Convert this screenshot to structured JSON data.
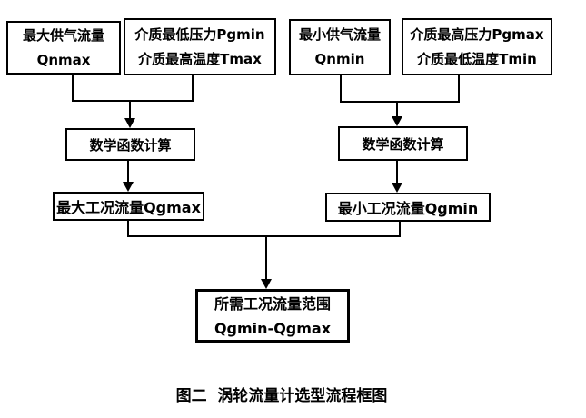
{
  "figure": {
    "caption": "图二  涡轮流量计选型流程框图",
    "colors": {
      "line": "#000000",
      "background": "#ffffff",
      "text": "#000000"
    },
    "boxes": {
      "max_supply": {
        "line1": "最大供气流量",
        "line2": "Qnmax"
      },
      "pgmin_tmax": {
        "line1": "介质最低压力Pgmin",
        "line2": "介质最高温度Tmax"
      },
      "min_supply": {
        "line1": "最小供气流量",
        "line2": "Qnmin"
      },
      "pgmax_tmin": {
        "line1": "介质最高压力Pgmax",
        "line2": "介质最低温度Tmin"
      },
      "calc_left": {
        "label": "数学函数计算"
      },
      "calc_right": {
        "label": "数学函数计算"
      },
      "qgmax": {
        "label": "最大工况流量Qgmax"
      },
      "qgmin": {
        "label": "最小工况流量Qgmin"
      },
      "range": {
        "line1": "所需工况流量范围",
        "line2": "Qgmin-Qgmax"
      }
    }
  }
}
